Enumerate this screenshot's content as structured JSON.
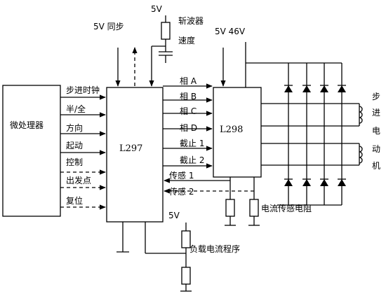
{
  "top": {
    "sync_label": "5V 同步",
    "chopper_supply": "5V",
    "chopper_speed_line1": "斩波器",
    "chopper_speed_line2": "速度",
    "l298_supply": "5V 46V"
  },
  "micro": {
    "label": "微处理器"
  },
  "l297": {
    "label": "L297",
    "inputs": [
      "步进时钟",
      "半/全",
      "方向",
      "起动",
      "控制",
      "出发点",
      "复位"
    ]
  },
  "l298": {
    "label": "L298",
    "inputs": [
      "相 A",
      "相 B",
      "相 C",
      "相 D",
      "截止 1",
      "截止 2"
    ],
    "sense": [
      "传感 1",
      "传感 2"
    ]
  },
  "bottom": {
    "load_supply": "5V",
    "load_label": "负载电流程序",
    "sense_resistor_label": "电流传感电阻"
  },
  "motor": {
    "label_chars": [
      "步",
      "进",
      "电",
      "动",
      "机"
    ]
  }
}
